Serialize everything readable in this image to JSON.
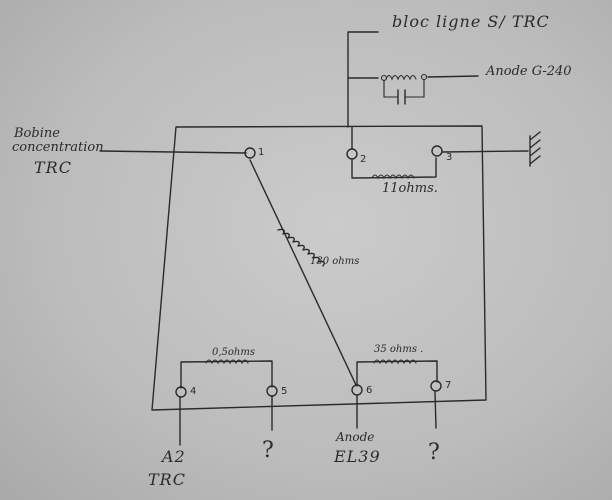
{
  "labels": {
    "bloc_ligne": "bloc ligne S/ TRC",
    "anode_g240": "Anode G-240",
    "bobine_line1": "Bobine",
    "bobine_line2": "concentration",
    "bobine_line3": "TRC",
    "res_11": "11ohms.",
    "res_130": "130 ohms",
    "res_05": "0,5ohms",
    "res_35": "35 ohms .",
    "a2": "A2",
    "trc": "TRC",
    "anode": "Anode",
    "el39": "EL39",
    "q1": "?",
    "q2": "?"
  },
  "terminals": [
    "1",
    "2",
    "3",
    "4",
    "5",
    "6",
    "7"
  ],
  "colors": {
    "ink": "#2a2a2a",
    "paper": "#c4c4c4"
  }
}
